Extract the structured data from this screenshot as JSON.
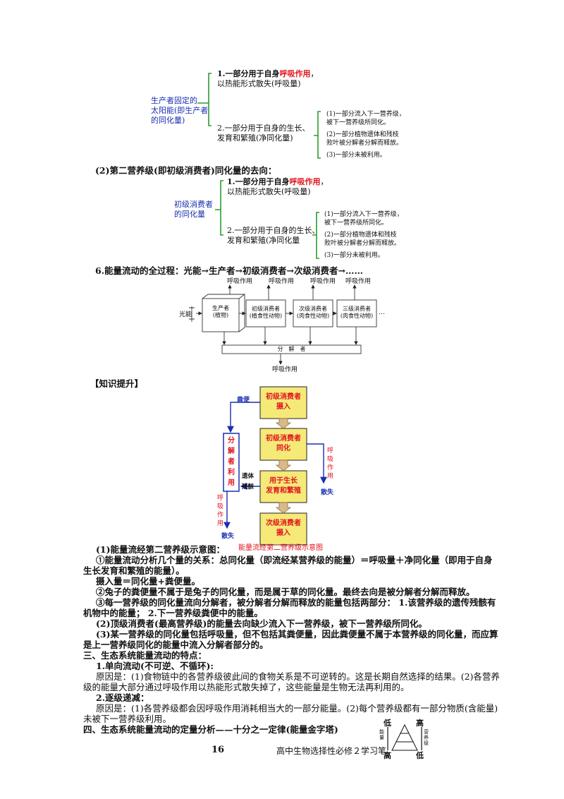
{
  "tree1": {
    "root": [
      "生产者固定的",
      "太阳能(即生产者",
      "的同化量)"
    ],
    "b1_prefix": "1.一部分用于自身",
    "b1_red": "呼吸作用",
    "b1_suffix": "，",
    "b1_line2": "以热能形式散失(呼吸量)",
    "b2_line1": "2.一部分用于自身的生长、",
    "b2_line2": "发育和繁殖(净同化量)",
    "s1_line1": "(1)一部分流入下一营养级，",
    "s1_line2": "被下一营养级所同化。",
    "s2_line1": "(2)一部分植物遗体和残枝",
    "s2_line2": "败叶被分解者分解而释放。",
    "s3": "(3)一部分未被利用。"
  },
  "heading2": "(2)第二营养级(即初级消费者)同化量的去向：",
  "tree2": {
    "root": [
      "初级消费者",
      "的同化量"
    ],
    "b1_prefix": "1.一部分用于自身",
    "b1_red": "呼吸作用",
    "b1_suffix": "，",
    "b1_line2": "以热能形式散失(呼吸量)",
    "b2_line1": "2.一部分用于自身的生长、",
    "b2_line2": "发育和繁殖(净同化量",
    "s1_line1": "(1)一部分流入下一营养级，",
    "s1_line2": "被下一营养级所同化。",
    "s2_line1": "(2)一部分植物遗体和残枝",
    "s2_line2": "败叶被分解者分解而释放。",
    "s3": "(3)一部分未被利用。"
  },
  "heading6": "6.能量流动的全过程：光能→生产者→初级消费者→次级消费者→……",
  "flow": {
    "sunlight": "光能",
    "resp": "呼吸作用",
    "boxes": [
      [
        "生产者",
        "(植物)"
      ],
      [
        "初级消费者",
        "(植食性动物)"
      ],
      [
        "次级消费者",
        "(肉食性动物)"
      ],
      [
        "三级消费者",
        "(肉食性动物)"
      ]
    ],
    "ellipsis": "…",
    "decomposer": "分　解　者",
    "bottom_resp": "呼吸作用"
  },
  "knowledge": "【知识提升】",
  "diagram": {
    "boxes": [
      [
        "初级消费者",
        "摄入"
      ],
      [
        "初级消费者",
        "同化"
      ],
      [
        "用于生长",
        "发育和繁殖"
      ],
      [
        "次级消费者",
        "摄入"
      ]
    ],
    "feces": "粪便",
    "decomp": [
      "分",
      "解",
      "者",
      "利",
      "用"
    ],
    "remains": [
      "遗体",
      "残骸"
    ],
    "resp_right": [
      "呼",
      "吸",
      "作",
      "用"
    ],
    "resp_left": [
      "呼",
      "吸",
      "作",
      "用"
    ],
    "dissipate": "散失",
    "caption": "能量流经第二营养级示意图"
  },
  "body": [
    "(1)能量流经第二营养级示意图：",
    "①能量流动分析几个量的关系：总同化量（即流经某营养级的能量）＝呼吸量＋净同化量（即用于自身",
    "生长发育和繁殖的能量）。",
    "摄入量＝同化量+粪便量。",
    "②兔子的粪便量不属于是兔子的同化量，而是属于草的同化量。最终去向是被分解者分解而释放。",
    "③每一营养级的同化量流向分解者，被分解者分解而释放的能量包括两部分： 1.该营养级的遗传残骸有",
    "机物中的能量； 2.下一营养级粪便中的能量。",
    "(2)顶级消费者(最高营养级)的能量去向缺少流入下一营养级，被下一营养级所同化。",
    "(3)某一营养级的同化量包括呼吸量，但不包括其粪便量，因此粪便量不属于本营养级的同化量，而应算",
    "是上一营养级同化的能量中流入分解者部分的。",
    "三、生态系统能量流动的特点：",
    "1.单向流动(不可逆、不循环):",
    "原因是：(1)食物链中的各营养级彼此间的食物关系是不可逆转的。这是长期自然选择的结果。(2)各营养",
    "级的能量大部分通过呼吸作用以热能形式散失掉了，这些能量是生物无法再利用的。",
    "2.逐级递减：",
    "原因是：(1)各营养级都会因呼吸作用消耗相当大的一部分能量。(2)每个营养级都有一部分物质(含能量)",
    "未被下一营养级利用。",
    "四、生态系统能量流动的定量分析——十分之一定律(能量金字塔)"
  ],
  "pyramid": {
    "top_left": "低",
    "top_right": "高",
    "bottom_left": "高",
    "bottom_right": "低",
    "left_side": "能量",
    "right_side": "营养级"
  },
  "footer": {
    "page": "16",
    "title": "高中生物选择性必修２学习笔"
  }
}
